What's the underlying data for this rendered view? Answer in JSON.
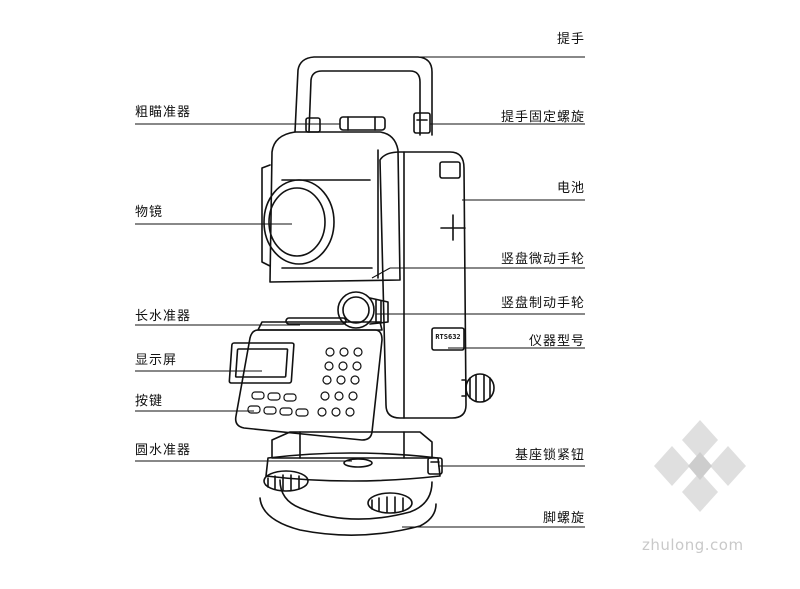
{
  "labels_left": [
    {
      "id": "sighting",
      "text": "粗瞄准器"
    },
    {
      "id": "objective",
      "text": "物镜"
    },
    {
      "id": "tube-level",
      "text": "长水准器"
    },
    {
      "id": "display",
      "text": "显示屏"
    },
    {
      "id": "keys",
      "text": "按键"
    },
    {
      "id": "circular-level",
      "text": "圆水准器"
    }
  ],
  "labels_right": [
    {
      "id": "handle",
      "text": "提手"
    },
    {
      "id": "handle-screw",
      "text": "提手固定螺旋"
    },
    {
      "id": "battery",
      "text": "电池"
    },
    {
      "id": "vertical-tangent",
      "text": "竖盘微动手轮"
    },
    {
      "id": "vertical-clamp",
      "text": "竖盘制动手轮"
    },
    {
      "id": "model",
      "text": "仪器型号"
    },
    {
      "id": "base-lock",
      "text": "基座锁紧钮"
    },
    {
      "id": "foot-screw",
      "text": "脚螺旋"
    }
  ],
  "model_plate_text": "RTS632",
  "watermark": "zhulong.com",
  "colors": {
    "line": "#111111",
    "watermark": "#c9c9c9"
  }
}
